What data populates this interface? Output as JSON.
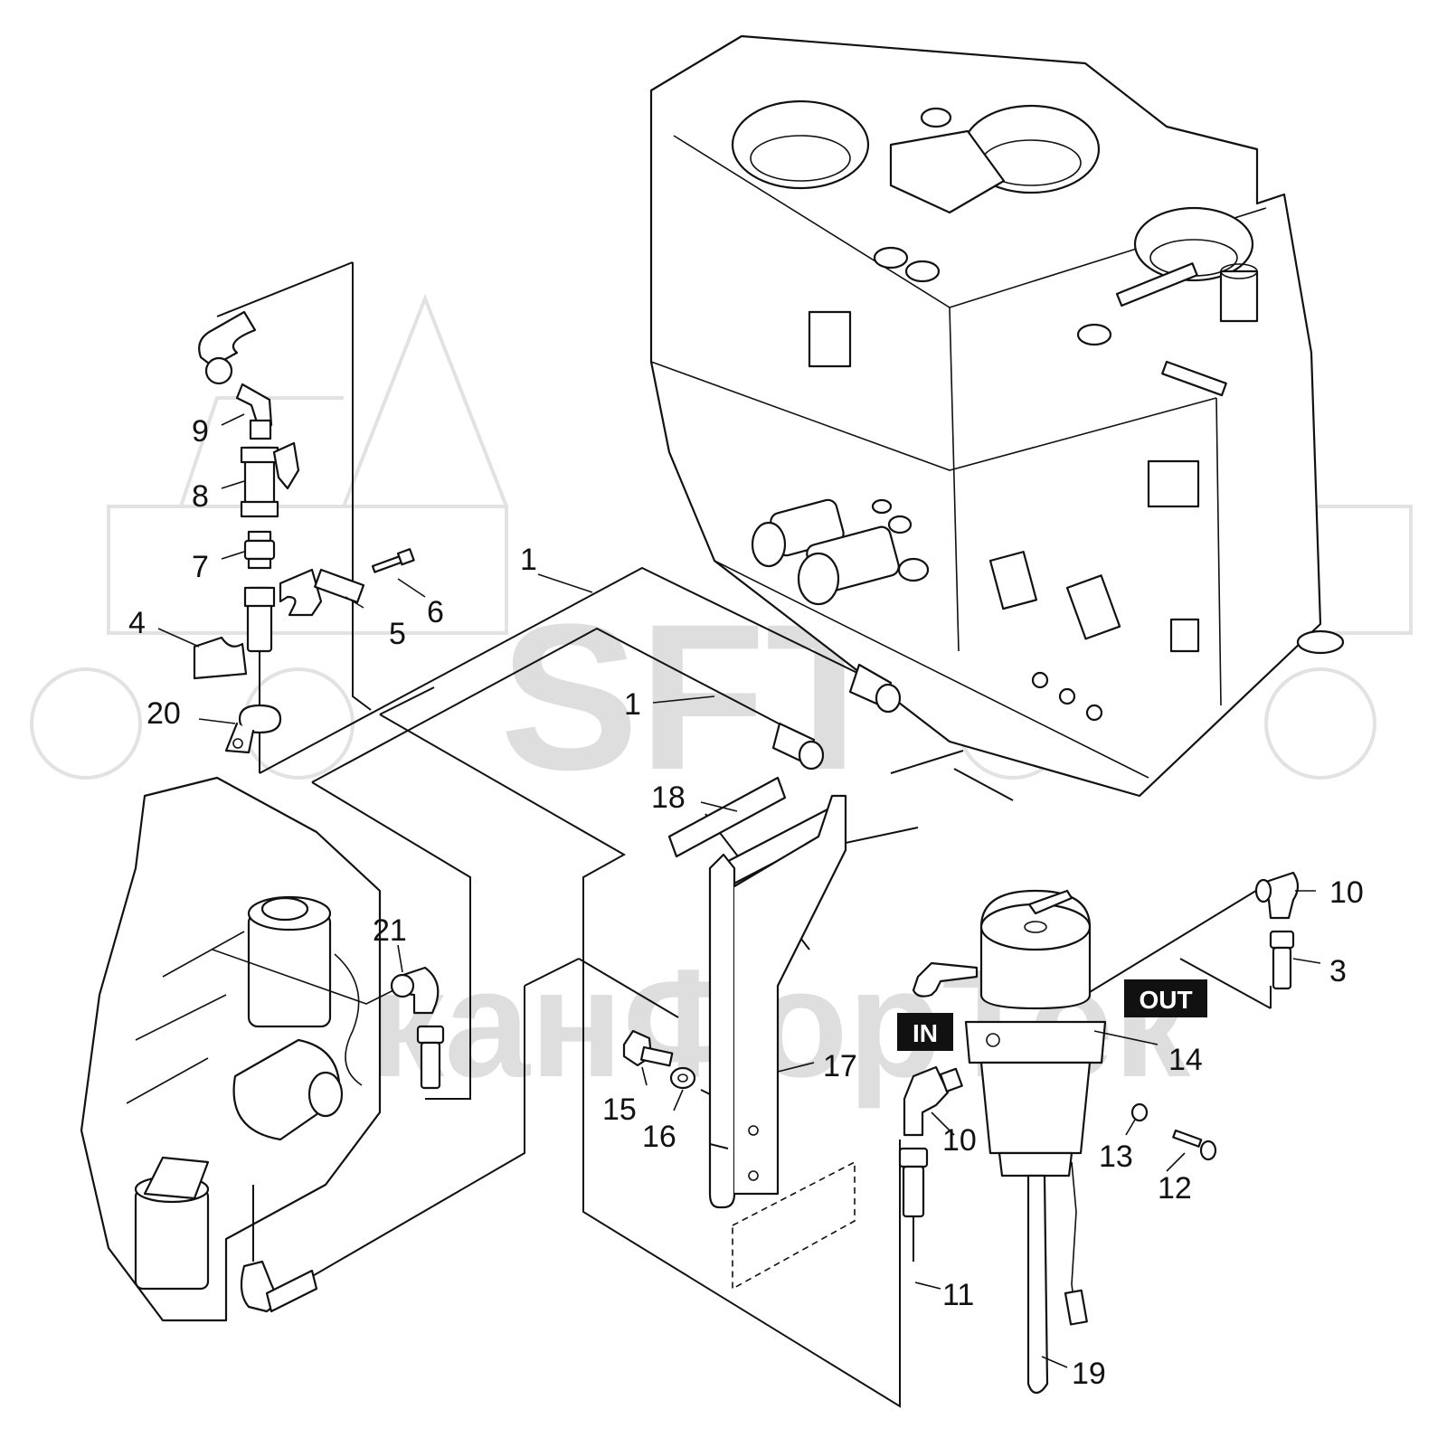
{
  "watermark": {
    "logo_text": "SFT",
    "company_text": "СканФорТек"
  },
  "tags": {
    "in": "IN",
    "out": "OUT"
  },
  "callouts": {
    "c1a": "1",
    "c1b": "1",
    "c3": "3",
    "c4": "4",
    "c5": "5",
    "c6": "6",
    "c7": "7",
    "c8": "8",
    "c9": "9",
    "c10a": "10",
    "c10b": "10",
    "c11": "11",
    "c12": "12",
    "c13": "13",
    "c14": "14",
    "c15": "15",
    "c16": "16",
    "c17": "17",
    "c18": "18",
    "c19": "19",
    "c20": "20",
    "c21": "21"
  },
  "colors": {
    "line": "#111111",
    "watermark": "#e2e2e2",
    "tag_background": "#111111"
  }
}
